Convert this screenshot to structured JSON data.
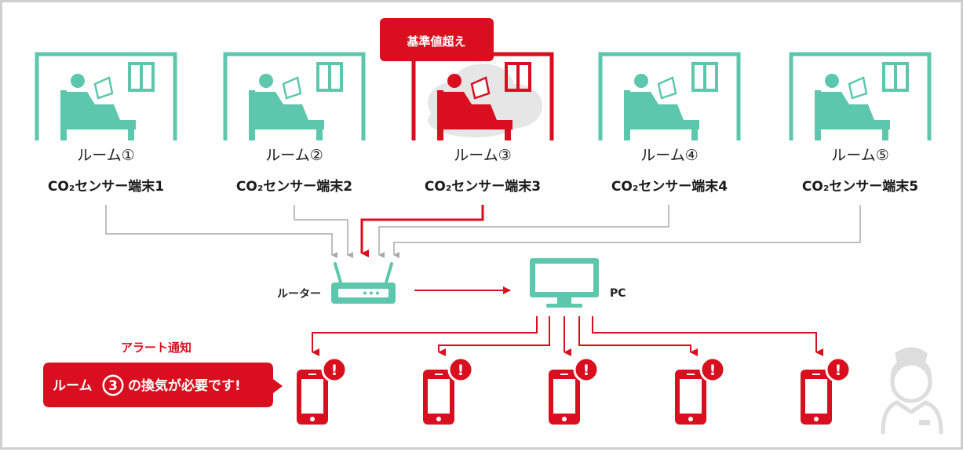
{
  "rooms": [
    {
      "name": "ルーム①",
      "device": "CO₂センサー端末1",
      "alert": false
    },
    {
      "name": "ルーム②",
      "device": "CO₂センサー端末2",
      "alert": false
    },
    {
      "name": "ルーム③",
      "device": "CO₂センサー端末3",
      "alert": true
    },
    {
      "name": "ルーム④",
      "device": "CO₂センサー端末4",
      "alert": false
    },
    {
      "name": "ルーム⑤",
      "device": "CO₂センサー端末5",
      "alert": false
    }
  ],
  "alert_badge": "基準値超え",
  "router_label": "ルーター",
  "pc_label": "PC",
  "alert_heading": "アラート通知",
  "alert_message": {
    "prefix": "ルーム",
    "number": "3",
    "suffix": "の換気が必要です!"
  },
  "colors": {
    "teal": "#5cc7ad",
    "red": "#d90e1e",
    "gray": "#aaaaaa",
    "light_gray": "#dddddd"
  }
}
